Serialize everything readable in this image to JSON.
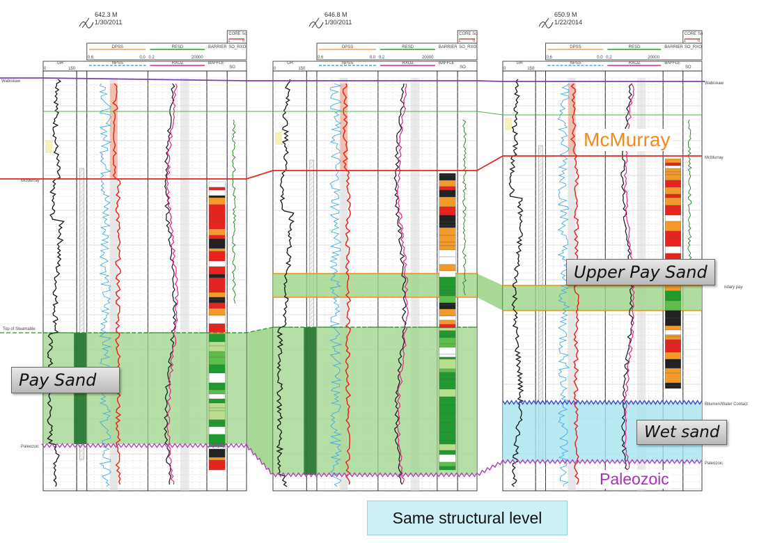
{
  "wells": [
    {
      "depth": "642.3 M",
      "date": "1/30/2011"
    },
    {
      "depth": "646.8 M",
      "date": "1/30/2011"
    },
    {
      "depth": "650.9 M",
      "date": "1/22/2014"
    }
  ],
  "track_labels": {
    "gr": "GR",
    "gr_scale_min": "0",
    "gr_scale_max": "150",
    "dpss": "DPSS",
    "npss": "NPSS",
    "res": "RESD",
    "rxoz": "RXOZ",
    "barrier": "BARRIER",
    "baffle": "BAFFLE",
    "so_rxo": "SO_RXO",
    "so": "SO",
    "core_so": "CORE So",
    "res_min": "0.2",
    "res_max": "20000",
    "por_left": "0.6",
    "por_right": "0.0",
    "so_min": "1",
    "so_max": "0"
  },
  "formation_labels": {
    "wabiskaw_left": "Wabiskaw",
    "wabiskaw_right": "Wabiskaw",
    "mcmurray_left": "McMurray",
    "mcmurray_right": "McMurray",
    "top_of_steamable": "Top of Steamable",
    "paleozoic_left": "Paleozoic",
    "paleozoic_right": "Paleozoic",
    "bitumen_water_contact": "Bitumen/Water Contact",
    "secondary_pay": "ndary pay"
  },
  "callouts": {
    "pay_sand": "Pay Sand",
    "upper_pay_sand": "Upper Pay Sand",
    "wet_sand": "Wet sand",
    "mcmurray": "McMurray",
    "paleozoic": "Paleozoic",
    "same_level": "Same structural level"
  },
  "colors": {
    "wabiskaw": "#7a3fb0",
    "mcmurray": "#e8231e",
    "paleozoic": "#b13fb6",
    "bitumen_contact": "#3b4ad0",
    "pay_green": "#9ed48a",
    "wet_blue": "#a8e3ef",
    "callout_orange": "#f08a1c",
    "callout_purple": "#a630b8"
  }
}
